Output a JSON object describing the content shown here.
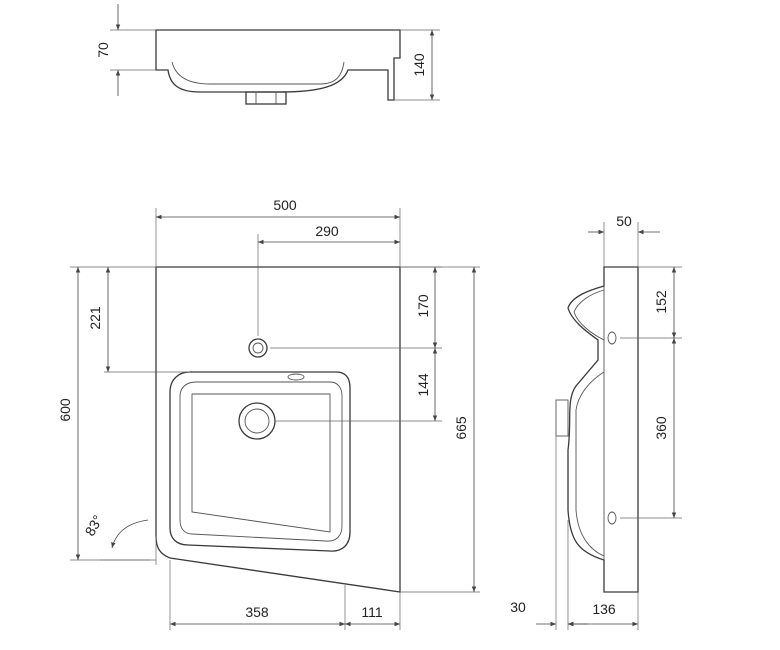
{
  "dimensions": {
    "top_view_height": "70",
    "top_view_total_height": "140",
    "width_total": "500",
    "tap_hole_offset": "290",
    "depth_left": "600",
    "tap_hole_from_back": "221",
    "tap_hole_to_bowl": "170",
    "bowl_offset": "144",
    "depth_right": "665",
    "angle": "83°",
    "bottom_width": "358",
    "bottom_offset": "111",
    "side_top_thickness": "50",
    "side_upper": "152",
    "side_fixing_distance": "360",
    "side_bottom_left": "30",
    "side_bottom_right": "136"
  },
  "colors": {
    "line": "#3a3a3a",
    "dimension": "#444444",
    "background": "#ffffff"
  }
}
